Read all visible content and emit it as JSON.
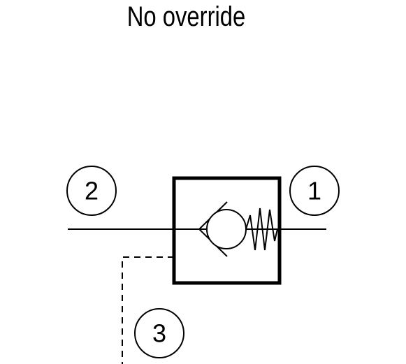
{
  "title": "No override",
  "ports": {
    "port_1": "1",
    "port_2": "2",
    "port_3": "3"
  },
  "colors": {
    "stroke": "#000000",
    "background": "#ffffff"
  },
  "icons": {
    "valve": "check-valve-icon",
    "spring": "spring-icon"
  }
}
